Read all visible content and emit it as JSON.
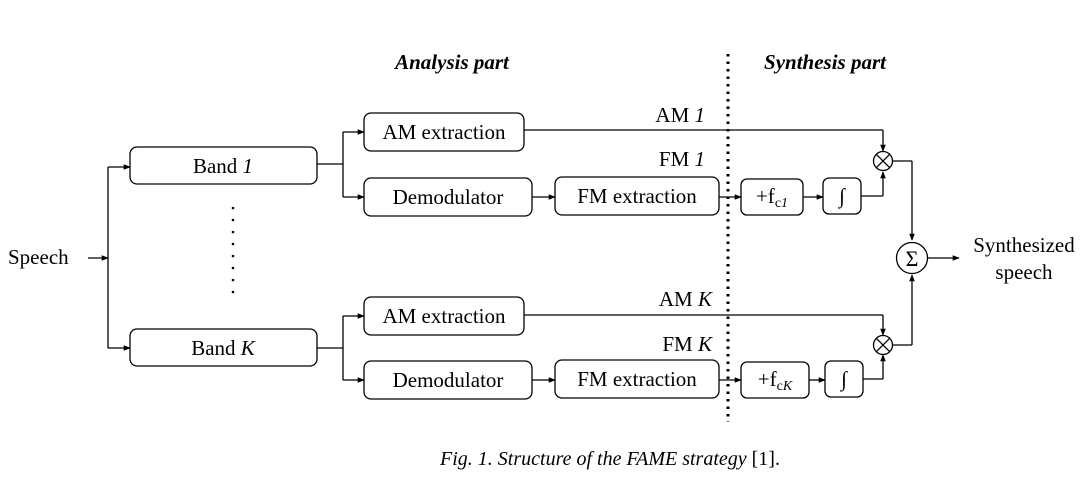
{
  "headers": {
    "analysis": "Analysis part",
    "synthesis": "Synthesis part"
  },
  "input": {
    "label": "Speech"
  },
  "output": {
    "line1": "Synthesized",
    "line2": "speech"
  },
  "bands": [
    {
      "band_prefix": "Band ",
      "band_index": "1",
      "am_box": "AM extraction",
      "demod_box": "Demodulator",
      "fm_box": "FM extraction",
      "am_prefix": "AM ",
      "am_index": "1",
      "fm_prefix": "FM ",
      "fm_index": "1",
      "carrier_main": "+f",
      "carrier_sub": "c",
      "carrier_idx": "1",
      "integrator": "∫"
    },
    {
      "band_prefix": "Band ",
      "band_index": "K",
      "am_box": "AM extraction",
      "demod_box": "Demodulator",
      "fm_box": "FM extraction",
      "am_prefix": "AM ",
      "am_index": "K",
      "fm_prefix": "FM ",
      "fm_index": "K",
      "carrier_main": "+f",
      "carrier_sub": "c",
      "carrier_idx": "K",
      "integrator": "∫"
    }
  ],
  "multiply_symbol": "⊗",
  "sum_symbol": "Σ",
  "caption": {
    "text": "Fig. 1. Structure of the FAME strategy",
    "ref": " [1]."
  }
}
